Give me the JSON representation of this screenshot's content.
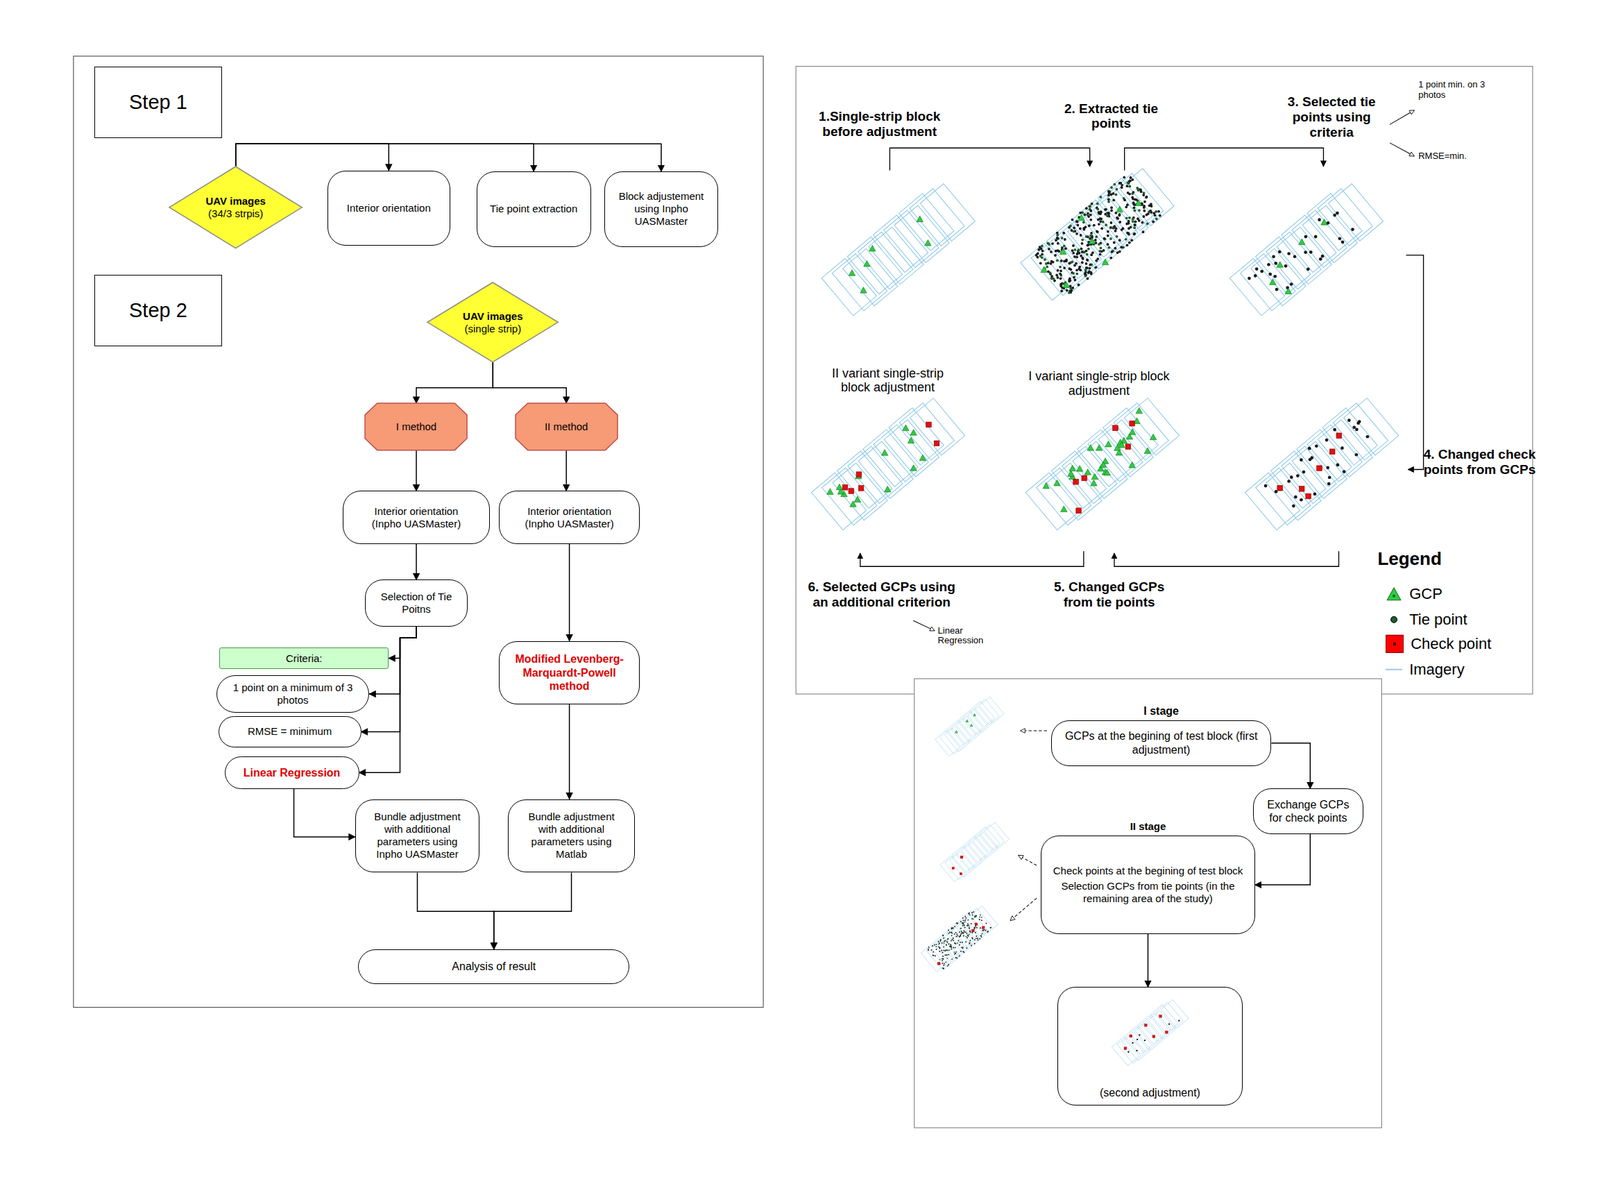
{
  "diagram": {
    "nodes": [
      {
        "text": [
          "Step 1"
        ]
      },
      {
        "text": [
          "UAV images",
          "(34/3 strpis)"
        ]
      },
      {
        "text": [
          "Interior orientation"
        ]
      },
      {
        "text": [
          "Tie point extraction"
        ]
      },
      {
        "text": [
          "Block adjustement using Inpho UASMaster"
        ]
      },
      {
        "text": [
          "Step 2"
        ]
      },
      {
        "text": [
          "UAV images",
          "(single strip)"
        ]
      },
      {
        "text": [
          "I method"
        ]
      },
      {
        "text": [
          "II method"
        ]
      },
      {
        "text": [
          "Interior orientation (Inpho UASMaster)"
        ]
      },
      {
        "text": [
          "Interior orientation (Inpho UASMaster)"
        ]
      },
      {
        "text": [
          "Selection of Tie Poitns"
        ]
      },
      {
        "text": [
          "Criteria:"
        ]
      },
      {
        "text": [
          "1 point on a minimum of 3 photos"
        ]
      },
      {
        "text": [
          "RMSE = minimum"
        ]
      },
      {
        "text": [
          "Linear Regression"
        ]
      },
      {
        "text": [
          "Modified Levenberg-Marquardt-Powell method"
        ]
      },
      {
        "text": [
          "Bundle adjustment with additional parameters using Inpho UASMaster"
        ]
      },
      {
        "text": [
          "Bundle adjustment with additional parameters using Matlab"
        ]
      },
      {
        "text": [
          "Analysis of result"
        ]
      },
      {
        "text": [
          "I stage",
          "GCPs at the begining of test block (first adjustment)"
        ]
      },
      {
        "text": [
          "Exchange GCPs for check points"
        ]
      },
      {
        "text": [
          "II stage",
          "Check points at the begining of test block",
          "Selection GCPs from tie points (in the remaining area of the study)"
        ]
      },
      {
        "text": [
          "(second adjustment)"
        ]
      }
    ],
    "edges": [
      {
        "from": 1,
        "to": 2,
        "arrow": "to"
      },
      {
        "from": 1,
        "to": 3,
        "arrow": "to"
      },
      {
        "from": 1,
        "to": 4,
        "arrow": "to"
      },
      {
        "from": 6,
        "to": 7,
        "arrow": "to"
      },
      {
        "from": 6,
        "to": 8,
        "arrow": "to"
      },
      {
        "from": 7,
        "to": 9,
        "arrow": "to"
      },
      {
        "from": 8,
        "to": 10,
        "arrow": "to"
      },
      {
        "from": 9,
        "to": 11,
        "arrow": "to"
      },
      {
        "from": 11,
        "to": 12,
        "arrow": "to"
      },
      {
        "from": 11,
        "to": 13,
        "arrow": "to"
      },
      {
        "from": 11,
        "to": 14,
        "arrow": "to"
      },
      {
        "from": 11,
        "to": 15,
        "arrow": "to"
      },
      {
        "from": 15,
        "to": 17,
        "arrow": "to"
      },
      {
        "from": 10,
        "to": 16,
        "arrow": "to"
      },
      {
        "from": 16,
        "to": 18,
        "arrow": "to"
      },
      {
        "from": 17,
        "to": 19,
        "arrow": "to"
      },
      {
        "from": 18,
        "to": 19,
        "arrow": "to"
      },
      {
        "from": 20,
        "to": 21,
        "arrow": "to"
      },
      {
        "from": 21,
        "to": 22,
        "arrow": "to"
      },
      {
        "from": 22,
        "to": 23,
        "arrow": "to"
      }
    ],
    "labels": [
      "1.Single-strip block before adjustment",
      "2. Extracted tie points",
      "3. Selected tie points using criteria",
      "1 point min. on 3 photos",
      "RMSE=min.",
      "4. Changed check points from GCPs",
      "5. Changed GCPs from tie points",
      "6. Selected GCPs using an additional criterion",
      "Linear Regression",
      "II variant single-strip block adjustment",
      "I variant single-strip block adjustment",
      "Legend"
    ],
    "legend": [
      {
        "text": "GCP"
      },
      {
        "text": "Tie point"
      },
      {
        "text": "Check point",
        "color": "#ff0000"
      },
      {
        "text": "Imagery"
      }
    ]
  }
}
